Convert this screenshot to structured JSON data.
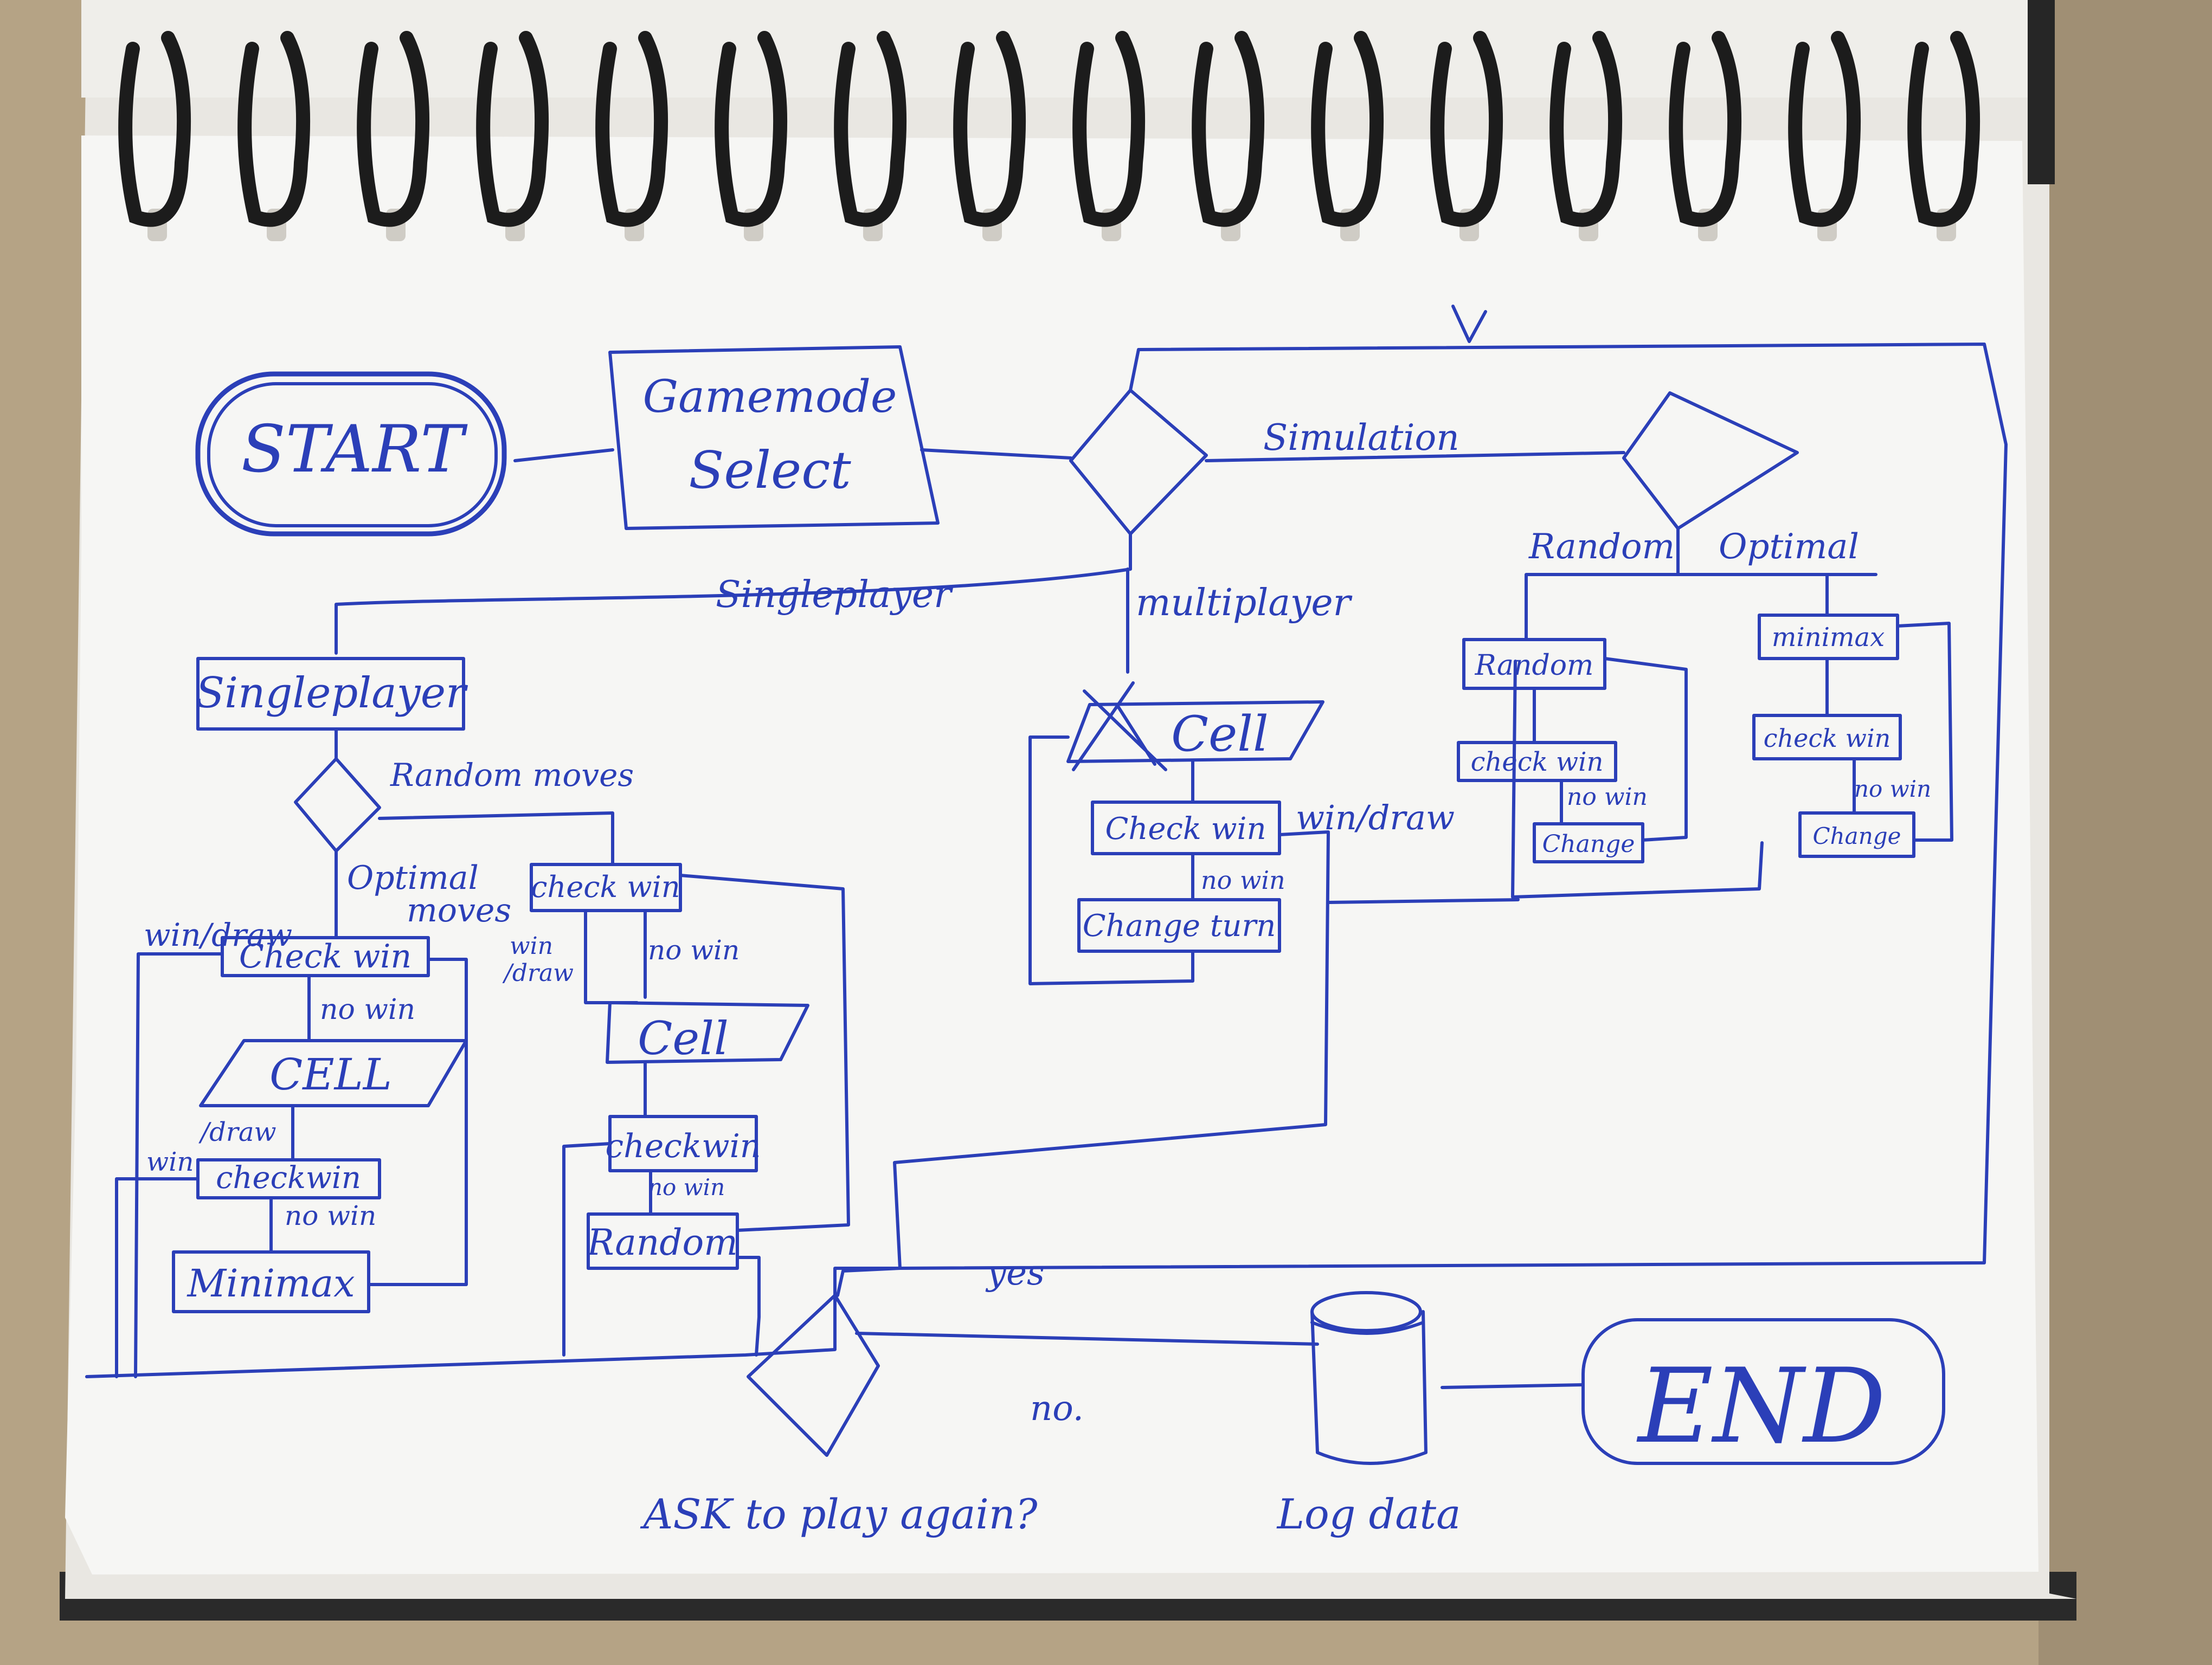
{
  "diagram": {
    "start": "START",
    "gamemode_select": [
      "Gamemode",
      "Select"
    ],
    "edge_simulation": "Simulation",
    "edge_singleplayer": "Singleplayer",
    "edge_multiplayer": "multiplayer",
    "sim_random": "Random",
    "sim_optimal": "Optimal",
    "sim_random_box": "Random",
    "sim_minimax_box": "minimax",
    "check_win": "check win",
    "no_win": "no win",
    "change": "Change",
    "singleplayer_box": "Singleplayer",
    "random_moves": "Random moves",
    "optimal_moves": [
      "Optimal",
      "moves"
    ],
    "win_draw": "win/draw",
    "sp_check_win": "Check win",
    "cell_caps": "CELL",
    "cell": "Cell",
    "draw": "/draw",
    "win": "win",
    "checkwin": "checkwin",
    "minimax": "Minimax",
    "random_box": "Random",
    "mp_cell": "Cell",
    "mp_check_win": "Check win",
    "mp_change_turn": "Change turn",
    "yes": "yes",
    "no": "no.",
    "ask": "ASK to play again?",
    "log_data": "Log data",
    "end": "END"
  }
}
